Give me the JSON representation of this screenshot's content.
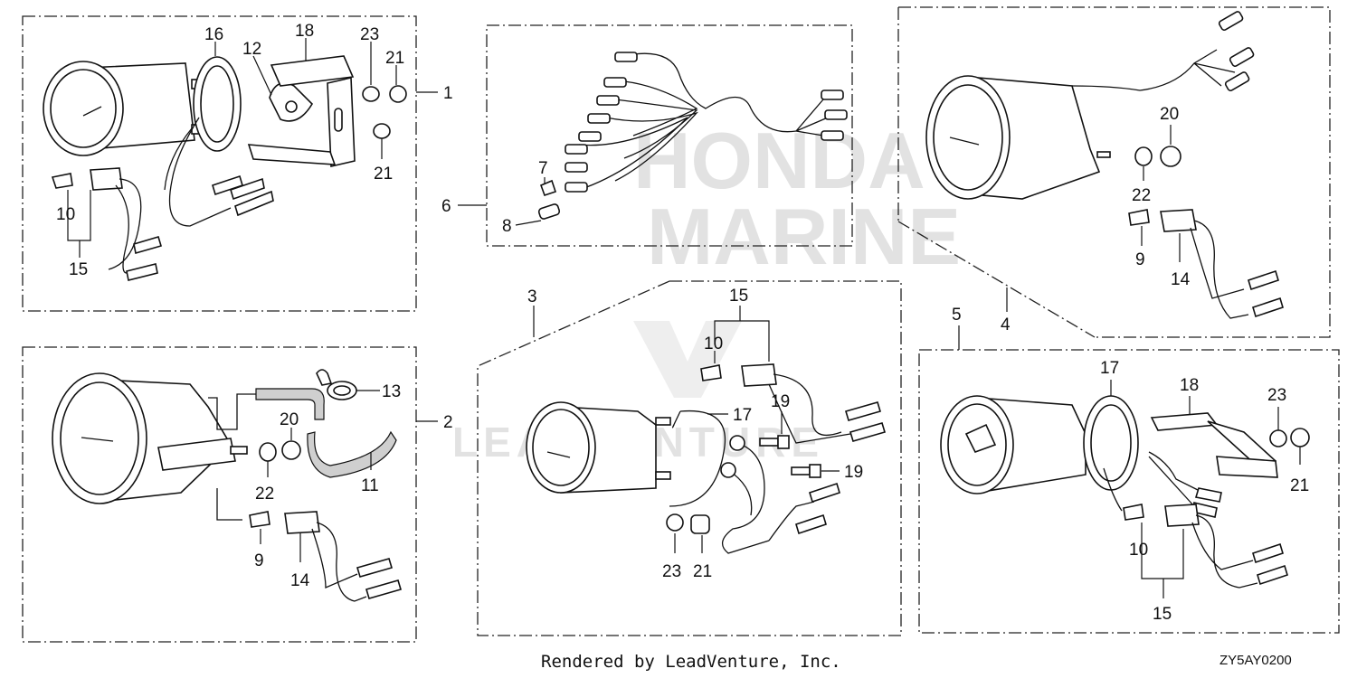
{
  "footer": {
    "credit": "Rendered by LeadVenture, Inc.",
    "diagram_code": "ZY5AY0200"
  },
  "watermark": {
    "brand_top": "HONDA",
    "brand_bottom": "MARINE",
    "company": "LEADVENTURE"
  },
  "callouts": {
    "group1": "1",
    "group2": "2",
    "group3": "3",
    "group4": "4",
    "group5": "5",
    "group6": "6",
    "p1_16": "16",
    "p1_18": "18",
    "p1_23": "23",
    "p1_21a": "21",
    "p1_12": "12",
    "p1_21b": "21",
    "p1_10": "10",
    "p1_15": "15",
    "p6_7": "7",
    "p6_8": "8",
    "p4_20": "20",
    "p4_22": "22",
    "p4_9": "9",
    "p4_14": "14",
    "p2_13": "13",
    "p2_20": "20",
    "p2_22": "22",
    "p2_11": "11",
    "p2_9": "9",
    "p2_14": "14",
    "p3_15": "15",
    "p3_10": "10",
    "p3_17": "17",
    "p3_19a": "19",
    "p3_19b": "19",
    "p3_23": "23",
    "p3_21": "21",
    "p5_17": "17",
    "p5_18": "18",
    "p5_23": "23",
    "p5_21": "21",
    "p5_10": "10",
    "p5_15": "15"
  }
}
